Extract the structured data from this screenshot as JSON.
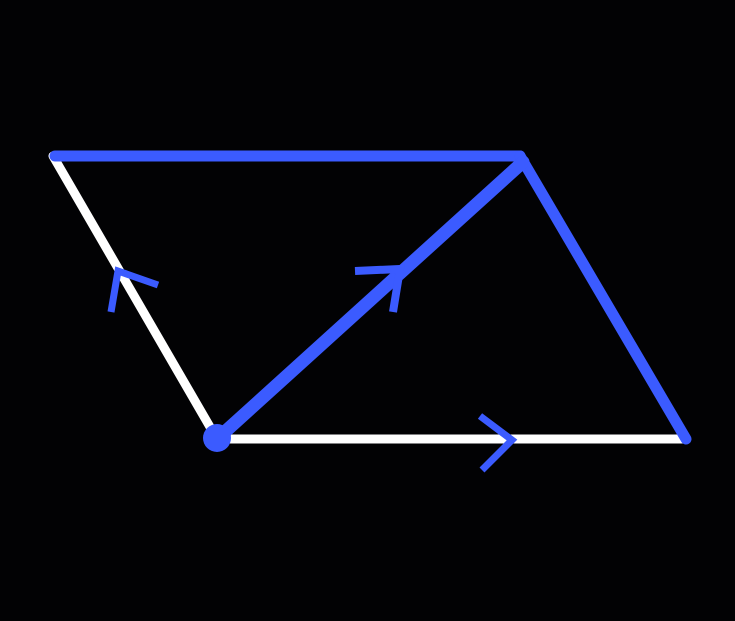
{
  "diagram": {
    "type": "vector-parallelogram",
    "description_visible_text": "",
    "colors": {
      "background": "#020204",
      "white_vector": "#FFFFFF",
      "blue_vector": "#3B5BFF",
      "origin_point": "#3B5BFF",
      "arrowhead": "#3B5BFF"
    },
    "elements": [
      {
        "name": "vector-a",
        "color_key": "white_vector",
        "role": "horizontal vector from origin"
      },
      {
        "name": "vector-b",
        "color_key": "white_vector",
        "role": "slanted vector from origin"
      },
      {
        "name": "resultant-vector",
        "color_key": "blue_vector",
        "role": "diagonal sum vector"
      },
      {
        "name": "top-edge",
        "color_key": "blue_vector",
        "role": "translated horizontal side"
      },
      {
        "name": "right-edge",
        "color_key": "blue_vector",
        "role": "translated slanted side"
      }
    ]
  }
}
